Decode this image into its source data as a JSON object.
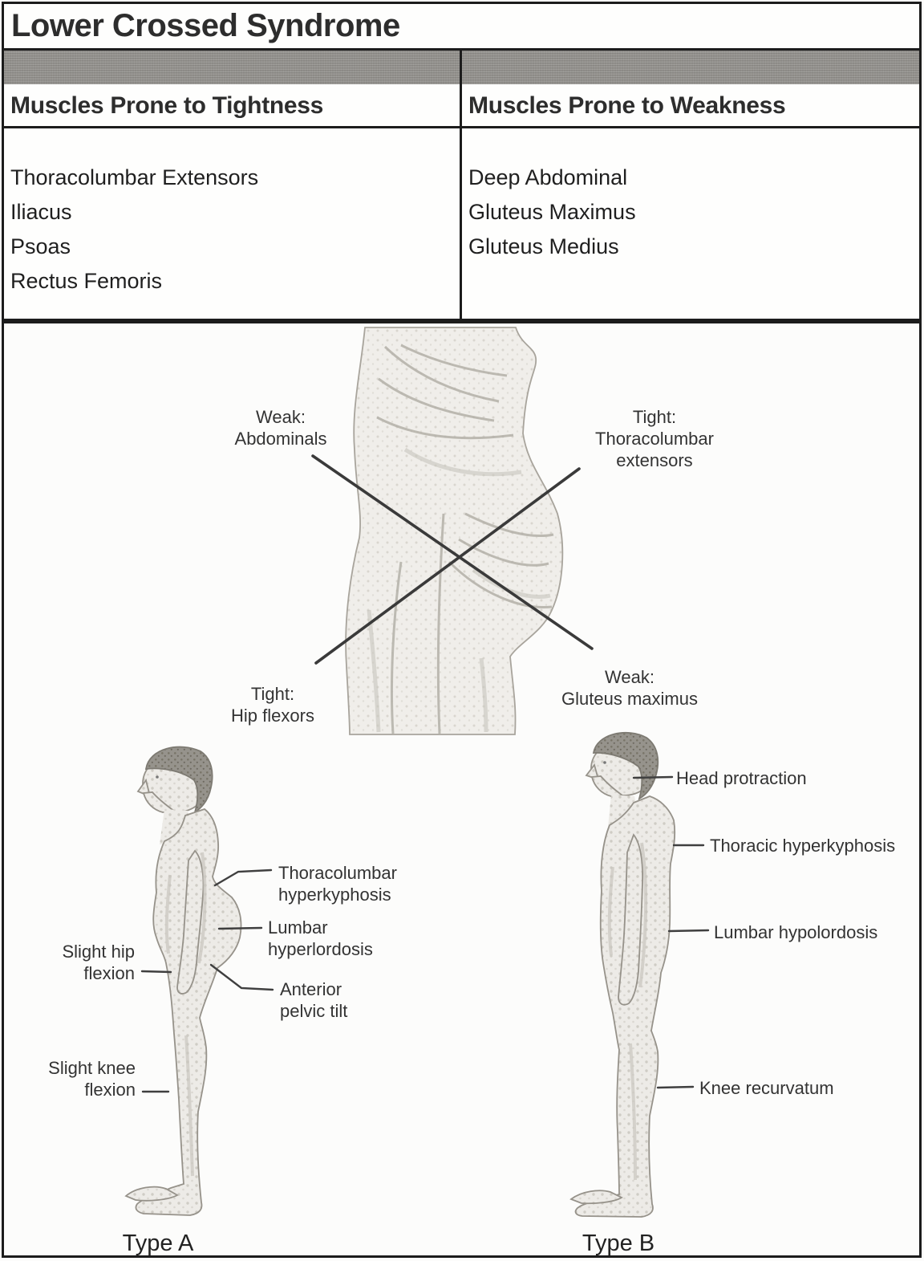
{
  "page": {
    "title": "Lower Crossed Syndrome"
  },
  "colors": {
    "gray_band": "#8f8d89",
    "border": "#1c1c1c",
    "heading_text": "#2d2d2d",
    "label_text": "#333333"
  },
  "table": {
    "columns": [
      {
        "header": "Muscles Prone to Tightness",
        "items": [
          "Thoracolumbar Extensors",
          "Iliacus",
          "Psoas",
          "Rectus Femoris"
        ]
      },
      {
        "header": "Muscles Prone to Weakness",
        "items": [
          "Deep Abdominal",
          "Gluteus Maximus",
          "Gluteus Medius"
        ]
      }
    ]
  },
  "cross_diagram": {
    "weak_abdominals": [
      "Weak:",
      "Abdominals"
    ],
    "tight_thoracolumbar": [
      "Tight:",
      "Thoracolumbar",
      "extensors"
    ],
    "tight_hip_flexors": [
      "Tight:",
      "Hip flexors"
    ],
    "weak_gluteus_maximus": [
      "Weak:",
      "Gluteus maximus"
    ]
  },
  "type_a": {
    "caption": "Type A",
    "labels": {
      "thoracolumbar": [
        "Thoracolumbar",
        "hyperkyphosis"
      ],
      "lumbar": [
        "Lumbar",
        "hyperlordosis"
      ],
      "hip": [
        "Slight hip",
        "flexion"
      ],
      "pelvic_tilt": [
        "Anterior",
        "pelvic tilt"
      ],
      "knee": [
        "Slight knee",
        "flexion"
      ]
    }
  },
  "type_b": {
    "caption": "Type B",
    "labels": {
      "head": "Head protraction",
      "thoracic": "Thoracic hyperkyphosis",
      "lumbar": "Lumbar hypolordosis",
      "knee": "Knee recurvatum"
    }
  }
}
